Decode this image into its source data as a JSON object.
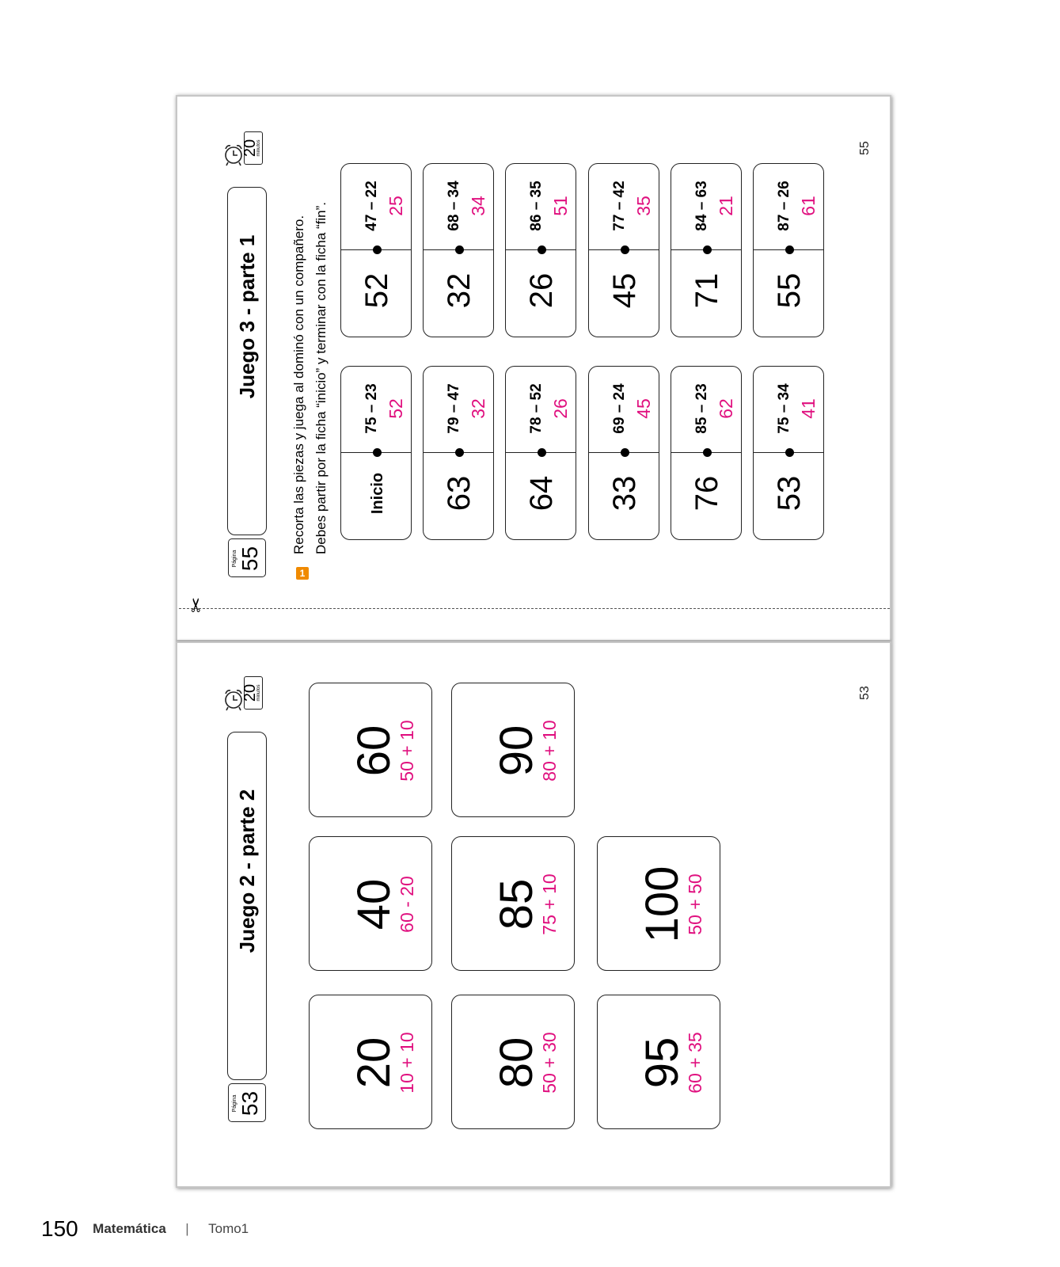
{
  "top_page": {
    "pagina_label": "Página",
    "pagina_num": "55",
    "title": "Juego 3 - parte 1",
    "clock": {
      "value": "20",
      "unit": "minutos",
      "icon": "alarm-clock-icon"
    },
    "instruction_number": "1",
    "instruction_line1": "Recorta las piezas y juega al dominó con un compañero.",
    "instruction_line2": "Debes partir por la ficha “inicio” y terminar con la ficha “fin”.",
    "page_number": "55",
    "dominoes_left": [
      {
        "left": "Inicio",
        "expr": "75 – 23",
        "answer": "52"
      },
      {
        "left": "63",
        "expr": "79 – 47",
        "answer": "32"
      },
      {
        "left": "64",
        "expr": "78 – 52",
        "answer": "26"
      },
      {
        "left": "33",
        "expr": "69 – 24",
        "answer": "45"
      },
      {
        "left": "76",
        "expr": "85 – 23",
        "answer": "62"
      },
      {
        "left": "53",
        "expr": "75 – 34",
        "answer": "41"
      }
    ],
    "dominoes_right": [
      {
        "left": "52",
        "expr": "47 – 22",
        "answer": "25"
      },
      {
        "left": "32",
        "expr": "68 – 34",
        "answer": "34"
      },
      {
        "left": "26",
        "expr": "86 – 35",
        "answer": "51"
      },
      {
        "left": "45",
        "expr": "77 – 42",
        "answer": "35"
      },
      {
        "left": "71",
        "expr": "84 – 63",
        "answer": "21"
      },
      {
        "left": "55",
        "expr": "87 – 26",
        "answer": "61"
      }
    ]
  },
  "bottom_page": {
    "pagina_label": "Página",
    "pagina_num": "53",
    "title": "Juego 2 - parte 2",
    "clock": {
      "value": "20",
      "unit": "minutos",
      "icon": "alarm-clock-icon"
    },
    "page_number": "53",
    "cards": [
      {
        "big": "60",
        "expr": "50 + 10"
      },
      {
        "big": "40",
        "expr": "60 - 20"
      },
      {
        "big": "20",
        "expr": "10 + 10"
      },
      {
        "big": "90",
        "expr": "80 + 10"
      },
      {
        "big": "85",
        "expr": "75 + 10"
      },
      {
        "big": "80",
        "expr": "50 + 30"
      },
      {
        "big": "100",
        "expr": "50 + 50"
      },
      {
        "big": "95",
        "expr": "60 + 35"
      }
    ]
  },
  "scissors_icon": "scissors-icon",
  "footer": {
    "page": "150",
    "subject": "Matemática",
    "separator": "|",
    "volume": "Tomo1"
  },
  "colors": {
    "accent_pink": "#e0107f",
    "instruction_badge": "#f08a00"
  }
}
